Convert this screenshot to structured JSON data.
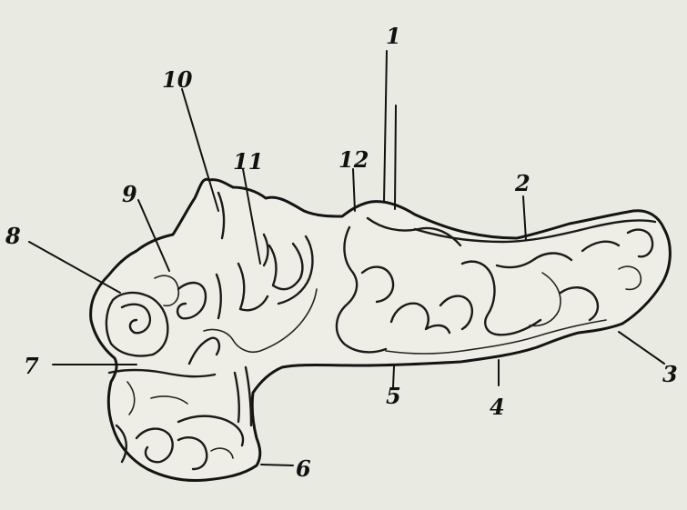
{
  "labels": {
    "l1": "1",
    "l2": "2",
    "l3": "3",
    "l4": "4",
    "l5": "5",
    "l6": "6",
    "l7": "7",
    "l8": "8",
    "l9": "9",
    "l10": "10",
    "l11": "11",
    "l12": "12"
  },
  "colors": {
    "background": "#e9ebe3",
    "ink": "#111111",
    "specimen_fill": "#efeee6"
  }
}
